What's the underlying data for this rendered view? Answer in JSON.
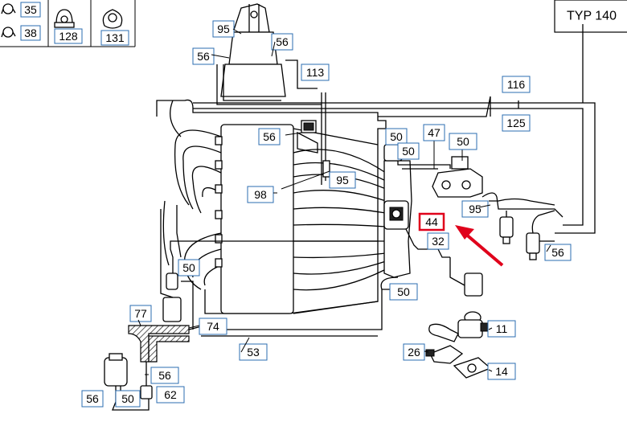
{
  "title": "TYP 140",
  "legend": {
    "items": [
      {
        "number": "35",
        "icon": "hose-clamp-icon"
      },
      {
        "number": "38",
        "icon": "hose-clamp-icon"
      },
      {
        "number": "128",
        "icon": "pipe-clip-icon"
      },
      {
        "number": "131",
        "icon": "spring-clip-icon"
      }
    ]
  },
  "callouts": [
    "95",
    "56",
    "56",
    "113",
    "116",
    "125",
    "56",
    "50",
    "47",
    "50",
    "50",
    "50",
    "98",
    "95",
    "95",
    "44",
    "32",
    "50",
    "56",
    "77",
    "74",
    "53",
    "11",
    "26",
    "14",
    "56",
    "50",
    "56",
    "62"
  ],
  "highlighted_callout": "44",
  "colors": {
    "label_border": "#2b6cb0",
    "highlight": "#e0001b",
    "line": "#000000"
  }
}
